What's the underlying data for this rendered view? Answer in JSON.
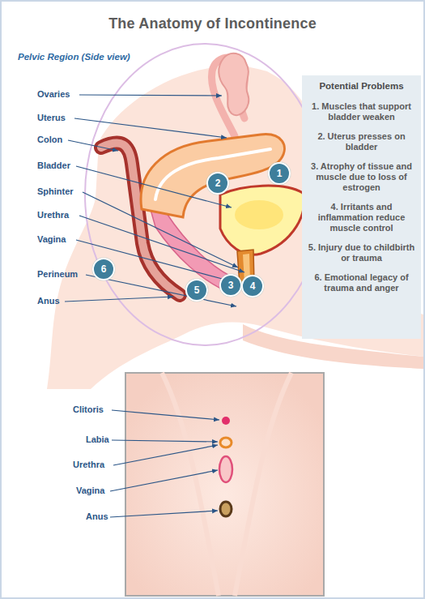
{
  "diagram": {
    "title": "The Anatomy of Incontinence",
    "nodes": [
      {
        "text": [
          "Potential Problems",
          "1. Muscles that support bladder weaken",
          "2. Uterus presses on bladder",
          "3. Atrophy of tissue and muscle due to loss of estrogen",
          "4. Irritants and inflammation reduce muscle control",
          "5. Injury due to childbirth or trauma",
          "6. Emotional legacy of trauma and anger"
        ]
      },
      {
        "text": [
          "1"
        ]
      },
      {
        "text": [
          "2"
        ]
      },
      {
        "text": [
          "3"
        ]
      },
      {
        "text": [
          "4"
        ]
      },
      {
        "text": [
          "5"
        ]
      },
      {
        "text": [
          "6"
        ]
      }
    ],
    "labels": [
      "Pelvic Region (Side view)",
      "Ovaries",
      "Uterus",
      "Colon",
      "Bladder",
      "Sphinter",
      "Urethra",
      "Vagina",
      "Perineum",
      "Anus",
      "Clitoris",
      "Labia",
      "Urethra",
      "Vagina",
      "Anus"
    ]
  }
}
